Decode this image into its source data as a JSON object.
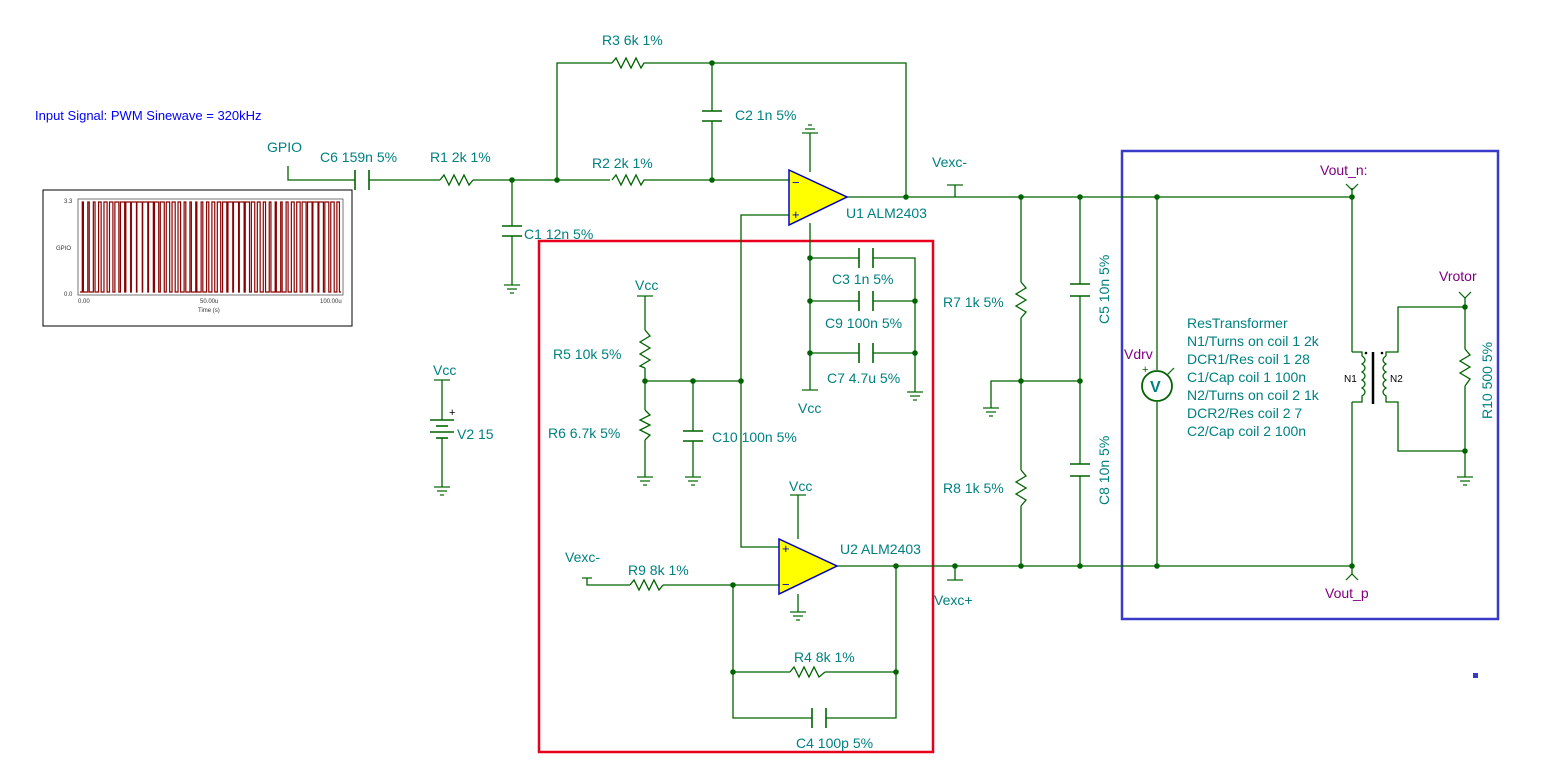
{
  "note": {
    "text": "Input Signal: PWM Sinewave = 320kHz"
  },
  "components": {
    "r3": "R3 6k 1%",
    "c2": "C2 1n 5%",
    "r2": "R2 2k 1%",
    "r1": "R1 2k 1%",
    "c6": "C6 159n 5%",
    "c1": "C1 12n 5%",
    "u1": "U1 ALM2403",
    "u2": "U2 ALM2403",
    "c3": "C3 1n 5%",
    "c9": "C9 100n 5%",
    "c7": "C7 4.7u 5%",
    "r5": "R5 10k 5%",
    "r6": "R6 6.7k 5%",
    "c10": "C10 100n 5%",
    "r7": "R7 1k 5%",
    "r8": "R8 1k 5%",
    "c5": "C5 10n 5%",
    "c8": "C8 10n 5%",
    "r9": "R9 8k 1%",
    "r4": "R4 8k 1%",
    "c4": "C4 100p 5%",
    "v2": "V2 15",
    "r10": "R10 500 5%"
  },
  "nets": {
    "gpio": "GPIO",
    "vcc": "Vcc",
    "vexc_minus": "Vexc-",
    "vexc_plus": "Vexc+",
    "vout_n": "Vout_n:",
    "vout_p": "Vout_p",
    "vrotor": "Vrotor",
    "vdrv": "Vdrv"
  },
  "voltmeter": {
    "symbol": "V",
    "plus": "+"
  },
  "battery": {
    "plus": "+"
  },
  "opamp_pins": {
    "plus": "+",
    "minus": "−"
  },
  "transformer": {
    "title": "ResTransformer",
    "params": [
      "N1/Turns on coil 1 2k",
      "DCR1/Res coil 1 28",
      "C1/Cap coil 1 100n",
      "N2/Turns on coil 2 1k",
      "DCR2/Res coil 2 7",
      "C2/Cap coil 2 100n"
    ],
    "coil1": "N1",
    "coil2": "N2"
  },
  "waveform": {
    "y_label": "GPIO",
    "x_label": "Time (s)",
    "y_ticks": [
      "3.3",
      "0.0"
    ],
    "x_ticks": [
      "0.00",
      "50.00u",
      "100.00u"
    ],
    "pulse_widths": [
      0.2,
      0.25,
      0.3,
      0.45,
      0.55,
      0.6,
      0.7,
      0.75,
      0.85,
      0.9,
      0.95,
      0.9,
      0.85,
      0.75,
      0.7,
      0.6,
      0.55,
      0.45,
      0.3,
      0.25,
      0.2,
      0.3,
      0.4,
      0.5,
      0.6,
      0.75,
      0.85,
      0.9,
      0.85,
      0.75,
      0.6,
      0.5,
      0.4,
      0.3,
      0.2,
      0.25,
      0.35,
      0.5,
      0.6,
      0.7,
      0.8,
      0.9,
      0.8,
      0.7,
      0.6,
      0.45
    ]
  },
  "colors": {
    "wire": "#006400",
    "label": "#008080",
    "probe": "#800080",
    "note": "#0000ff",
    "opamp_fill": "#ffff00",
    "opamp_stroke": "#0000cd",
    "highlight_red": "#e8001c",
    "highlight_blue": "#3a3ac8",
    "waveform": "#8b0000"
  }
}
